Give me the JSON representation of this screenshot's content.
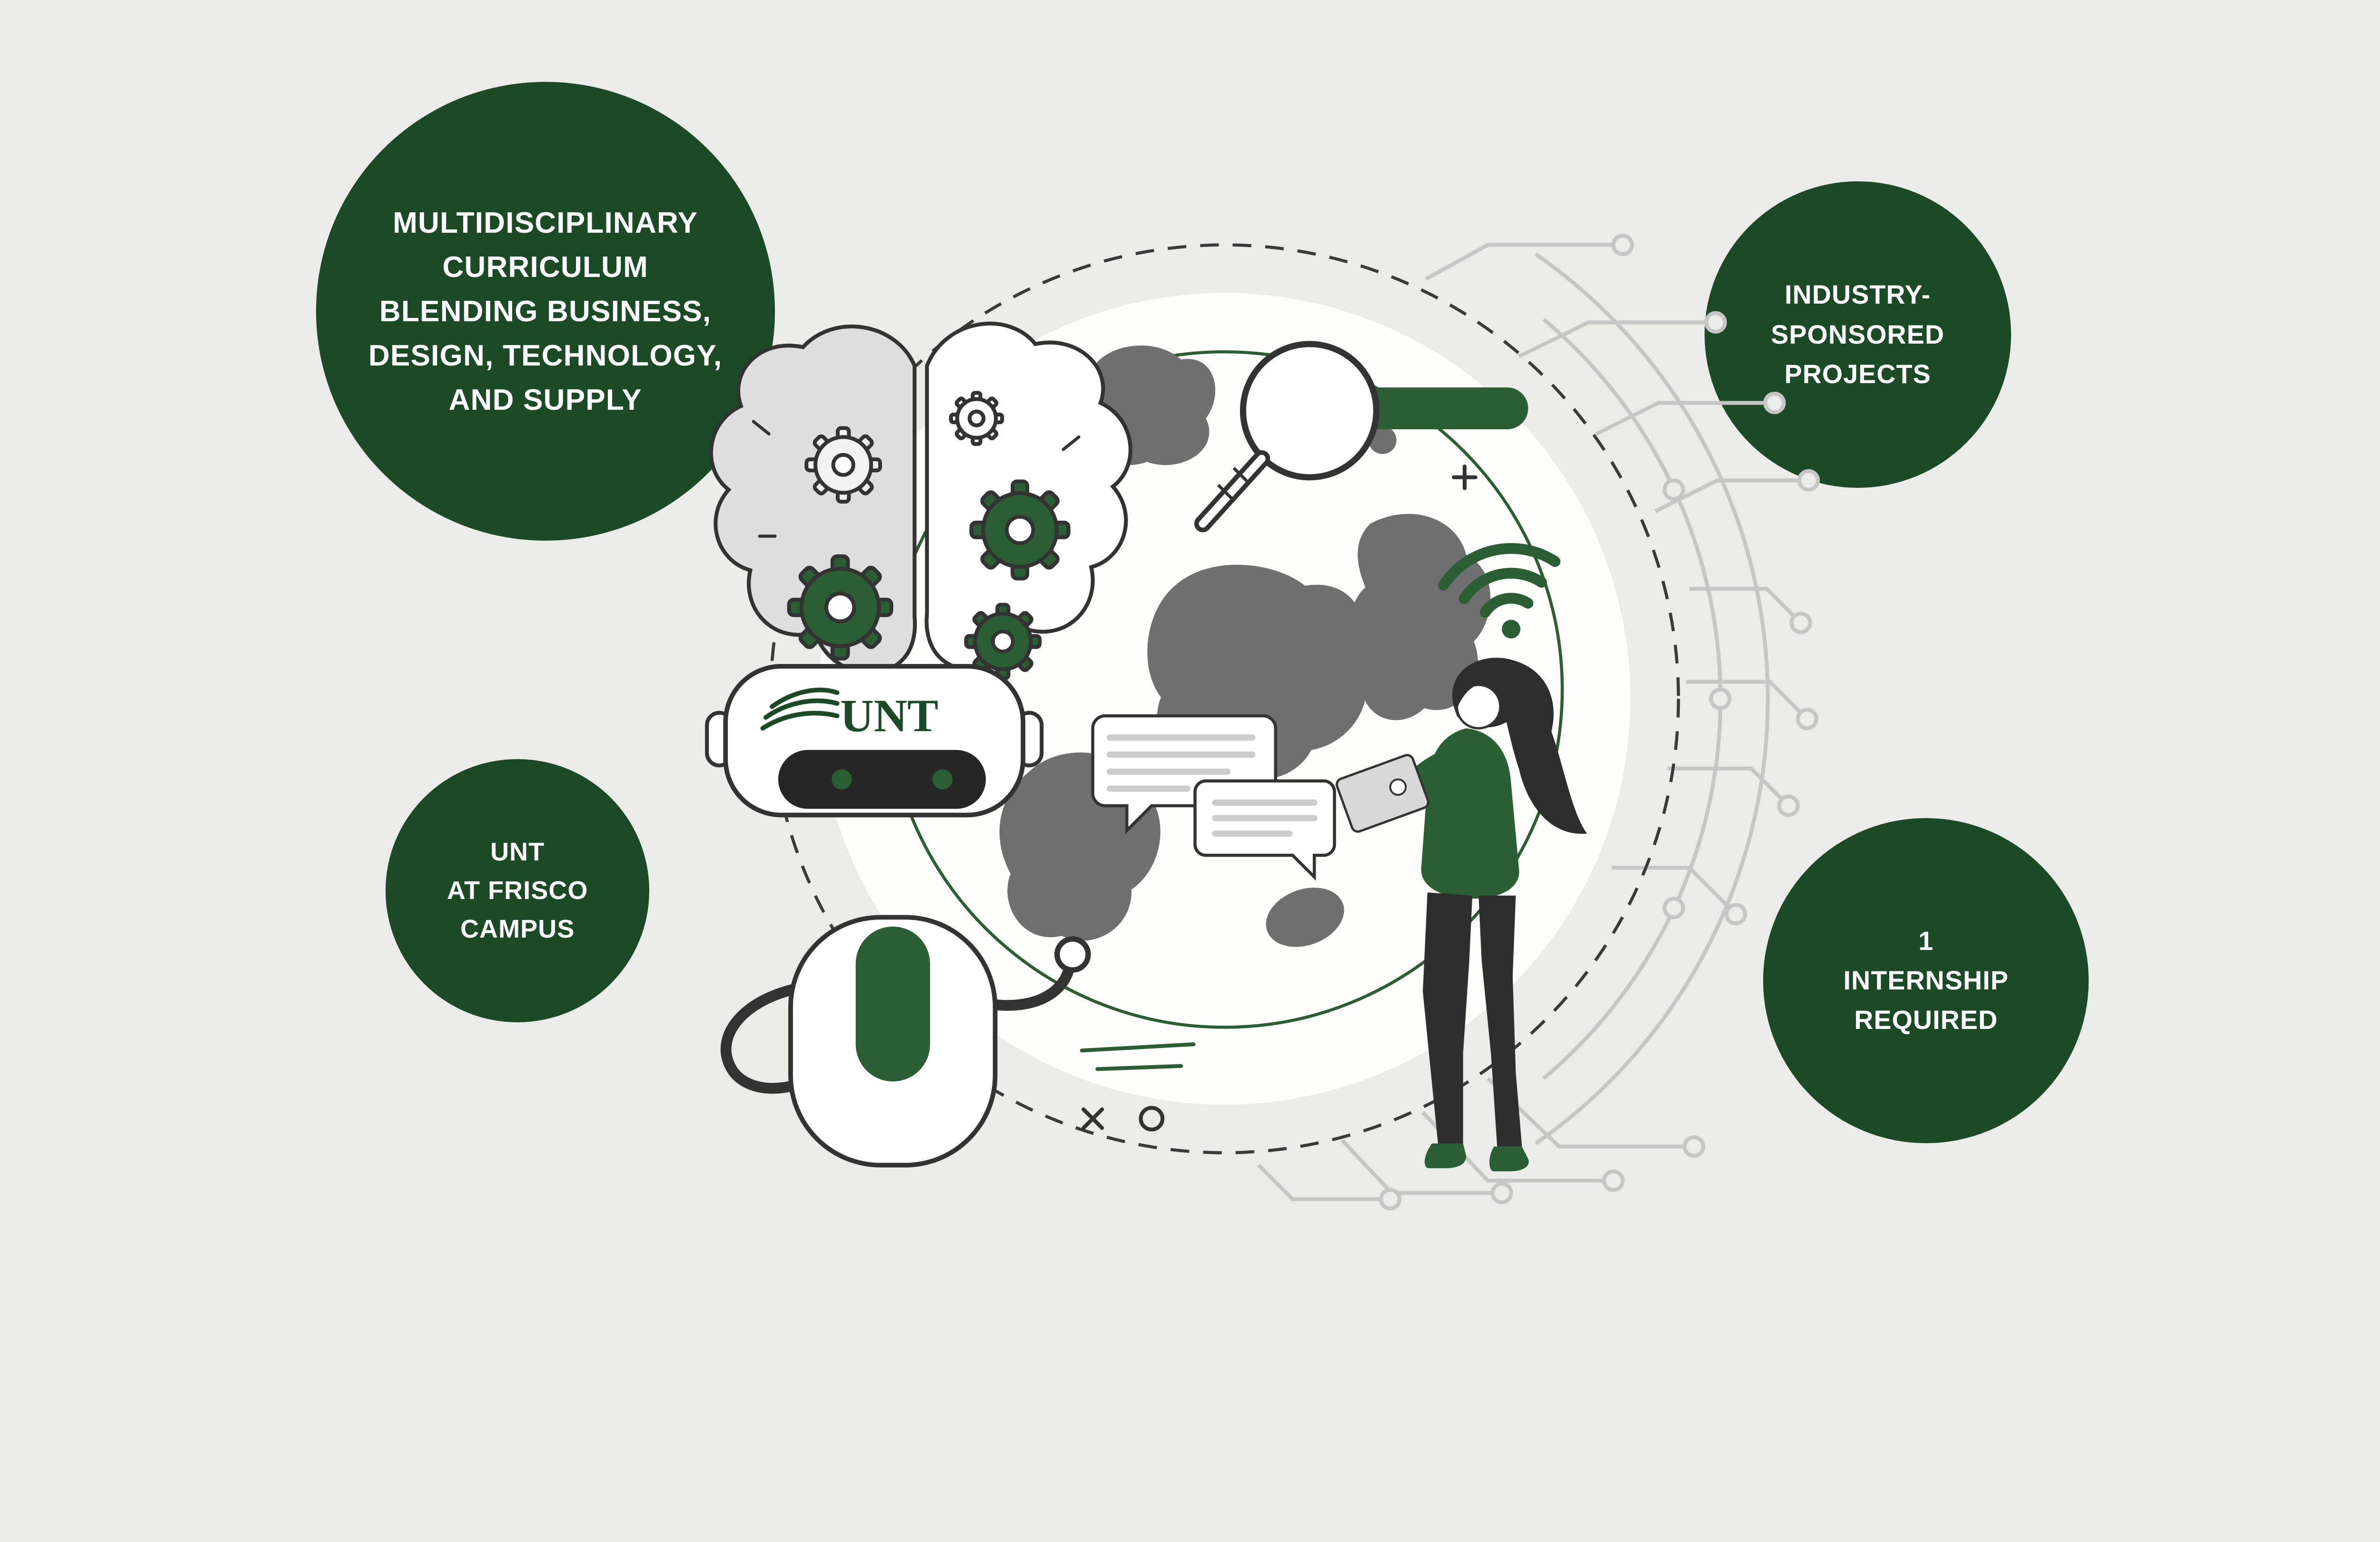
{
  "colors": {
    "background": "#ebebe9",
    "bubble_green": "#1d4a26",
    "illustration_green": "#2b5e33",
    "continent_gray": "#6f6f6f",
    "circuit_gray": "#c6c6c6",
    "outline_dark": "#333333",
    "text_white": "#ffffff"
  },
  "bubbles": {
    "top_left": {
      "text": "MULTIDISCIPLINARY\nCURRICULUM\nBLENDING BUSINESS,\nDESIGN, TECHNOLOGY,\nAND SUPPLY"
    },
    "top_right": {
      "text": "INDUSTRY-\nSPONSORED\nPROJECTS"
    },
    "bottom_left": {
      "text": "UNT\nAT FRISCO\nCAMPUS"
    },
    "bottom_right": {
      "text": "1\nINTERNSHIP\nREQUIRED"
    }
  },
  "illustration": {
    "logo_text": "UNT",
    "icons": [
      "brain-gears-icon",
      "globe-icon",
      "robot-icon",
      "magnifier-search-icon",
      "wifi-icon",
      "chat-bubbles-icon",
      "woman-with-tablet-icon",
      "circuit-traces-icon",
      "dashed-orbit-circle"
    ]
  }
}
